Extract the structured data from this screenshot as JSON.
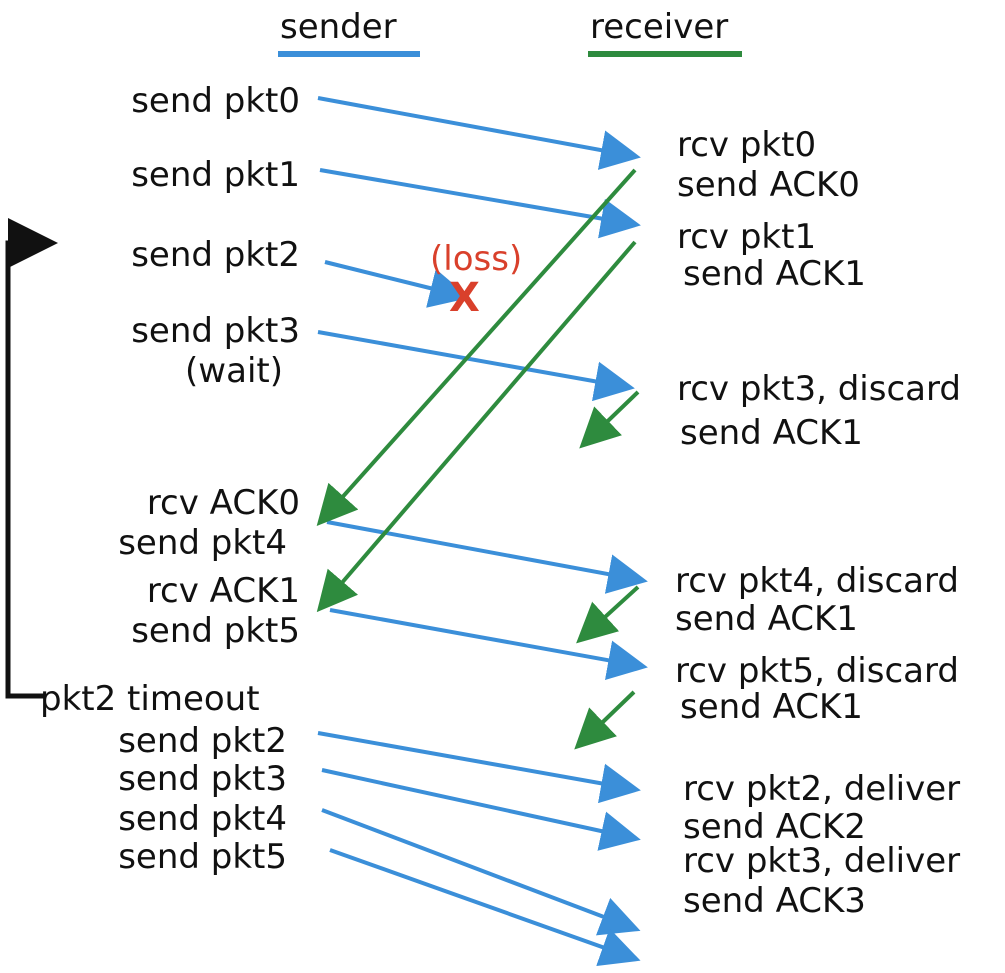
{
  "colors": {
    "sender": "#3b8fd9",
    "receiver": "#2e8b3e",
    "loss": "#d9402b",
    "timeout": "#111111"
  },
  "headers": {
    "sender": "sender",
    "receiver": "receiver"
  },
  "sender_events": [
    "send pkt0",
    "send pkt1",
    "send pkt2",
    "send pkt3",
    "(wait)",
    "rcv ACK0",
    "send pkt4",
    "rcv ACK1",
    "send pkt5",
    "pkt2 timeout",
    "send pkt2",
    "send pkt3",
    "send pkt4",
    "send pkt5"
  ],
  "receiver_events": [
    "rcv pkt0",
    "send ACK0",
    "rcv pkt1",
    "send ACK1",
    "rcv pkt3, discard",
    "send ACK1",
    "rcv pkt4, discard",
    "send ACK1",
    "rcv pkt5, discard",
    "send ACK1",
    "rcv pkt2, deliver",
    "send ACK2",
    "rcv pkt3, deliver",
    "send ACK3"
  ],
  "loss": {
    "label": "(loss)",
    "mark": "X"
  }
}
